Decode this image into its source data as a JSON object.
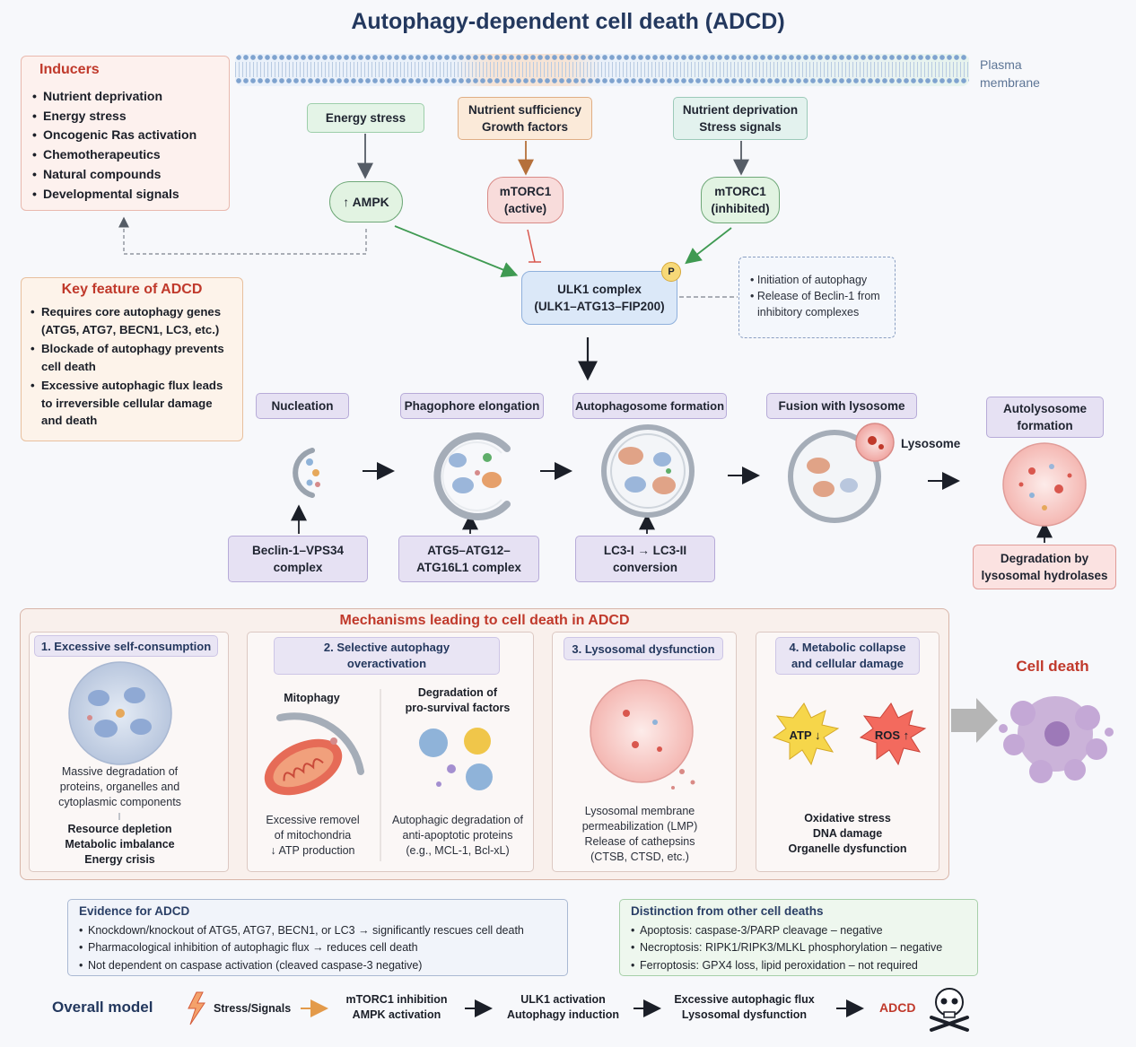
{
  "title": "Autophagy-dependent cell death (ADCD)",
  "membrane_label_1": "Plasma",
  "membrane_label_2": "membrane",
  "inducers": {
    "title": "Inducers",
    "items": [
      "Nutrient deprivation",
      "Energy stress",
      "Oncogenic Ras activation",
      "Chemotherapeutics",
      "Natural compounds",
      "Developmental signals"
    ]
  },
  "key_feature": {
    "title": "Key feature of ADCD",
    "items": [
      "Requires core autophagy genes (ATG5, ATG7, BECN1, LC3, etc.)",
      "Blockade of autophagy prevents cell death",
      "Excessive autophagic flux leads to irreversible cellular damage and death"
    ]
  },
  "signals": {
    "energy_stress": "Energy stress",
    "nutrient_suff_1": "Nutrient sufficiency",
    "nutrient_suff_2": "Growth factors",
    "nutrient_dep_1": "Nutrient deprivation",
    "nutrient_dep_2": "Stress signals",
    "ampk": "↑ AMPK",
    "mtorc1_active_1": "mTORC1",
    "mtorc1_active_2": "(active)",
    "mtorc1_inh_1": "mTORC1",
    "mtorc1_inh_2": "(inhibited)",
    "ulk1_1": "ULK1 complex",
    "ulk1_2": "(ULK1–ATG13–FIP200)",
    "phospho": "P",
    "ulk_notes": [
      "Initiation of autophagy",
      "Release of Beclin-1 from inhibitory complexes"
    ]
  },
  "stages": {
    "nucleation": "Nucleation",
    "elongation": "Phagophore elongation",
    "formation": "Autophagosome formation",
    "fusion": "Fusion with lysosome",
    "autolysosome_1": "Autolysosome",
    "autolysosome_2": "formation",
    "lysosome": "Lysosome"
  },
  "complexes": {
    "beclin_1": "Beclin-1–VPS34",
    "beclin_2": "complex",
    "atg5_1": "ATG5–ATG12–",
    "atg5_2": "ATG16L1 complex",
    "lc3_1": "LC3-I → LC3-II",
    "lc3_2": "conversion",
    "degradation_1": "Degradation by",
    "degradation_2": "lysosomal hydrolases"
  },
  "mechanisms": {
    "title": "Mechanisms leading to cell death in ADCD",
    "m1": {
      "title": "1. Excessive self-consumption",
      "desc": [
        "Massive degradation of",
        "proteins, organelles and",
        "cytoplasmic components"
      ],
      "out": [
        "Resource depletion",
        "Metabolic imbalance",
        "Energy crisis"
      ]
    },
    "m2": {
      "title_1": "2. Selective autophagy",
      "title_2": "overactivation",
      "mitophagy": "Mitophagy",
      "degr_1": "Degradation of",
      "degr_2": "pro-survival factors",
      "left_desc": [
        "Excessive removel",
        "of mitochondria",
        "↓ ATP production"
      ],
      "right_desc": [
        "Autophagic degradation of",
        "anti-apoptotic proteins",
        "(e.g., MCL-1, Bcl-xL)"
      ]
    },
    "m3": {
      "title": "3. Lysosomal dysfunction",
      "desc": [
        "Lysosomal membrane",
        "permeabilization (LMP)",
        "Release of cathepsins",
        "(CTSB, CTSD, etc.)"
      ]
    },
    "m4": {
      "title_1": "4. Metabolic collapse",
      "title_2": "and cellular damage",
      "atp": "ATP ↓",
      "ros": "ROS ↑",
      "out": [
        "Oxidative stress",
        "DNA damage",
        "Organelle dysfunction"
      ]
    }
  },
  "cell_death": "Cell death",
  "evidence": {
    "title": "Evidence for ADCD",
    "items": [
      "Knockdown/knockout of ATG5, ATG7, BECN1, or LC3 → significantly rescues cell death",
      "Pharmacological inhibition of autophagic flux → reduces cell death",
      "Not dependent on caspase activation (cleaved caspase-3 negative)"
    ]
  },
  "distinction": {
    "title": "Distinction from other cell deaths",
    "items": [
      "Apoptosis: caspase-3/PARP cleavage – negative",
      "Necroptosis: RIPK1/RIPK3/MLKL phosphorylation – negative",
      "Ferroptosis: GPX4 loss, lipid peroxidation – not required"
    ]
  },
  "model": {
    "label": "Overall model",
    "s1": "Stress/Signals",
    "s2_1": "mTORC1 inhibition",
    "s2_2": "AMPK activation",
    "s3_1": "ULK1 activation",
    "s3_2": "Autophagy induction",
    "s4_1": "Excessive autophagic flux",
    "s4_2": "Lysosomal dysfunction",
    "s5": "ADCD"
  },
  "colors": {
    "title": "#23385e",
    "red_accent": "#c0392b",
    "green_arrow": "#3f9a52",
    "orange_arrow": "#e39a4a"
  }
}
